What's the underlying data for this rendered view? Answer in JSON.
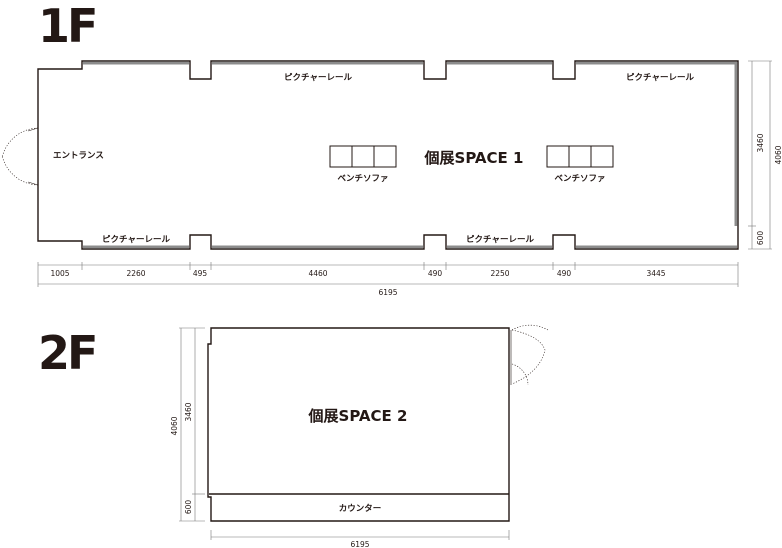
{
  "floors": [
    {
      "label": "1F",
      "room": "個展SPACE 1",
      "entrance": "エントランス",
      "rails": [
        "ピクチャーレール",
        "ピクチャーレール",
        "ピクチャーレール",
        "ピクチャーレール"
      ],
      "benches": [
        "ベンチソファ",
        "ベンチソファ"
      ],
      "dims_bottom": [
        "1005",
        "2260",
        "495",
        "4460",
        "490",
        "2250",
        "490",
        "3445"
      ],
      "dim_total": "6195",
      "dims_right": [
        "3460",
        "600"
      ],
      "dim_height_total": "4060"
    },
    {
      "label": "2F",
      "room": "個展SPACE 2",
      "counter": "カウンター",
      "dims_left": [
        "3460",
        "600"
      ],
      "dim_height_total": "4060",
      "dim_total": "6195"
    }
  ]
}
